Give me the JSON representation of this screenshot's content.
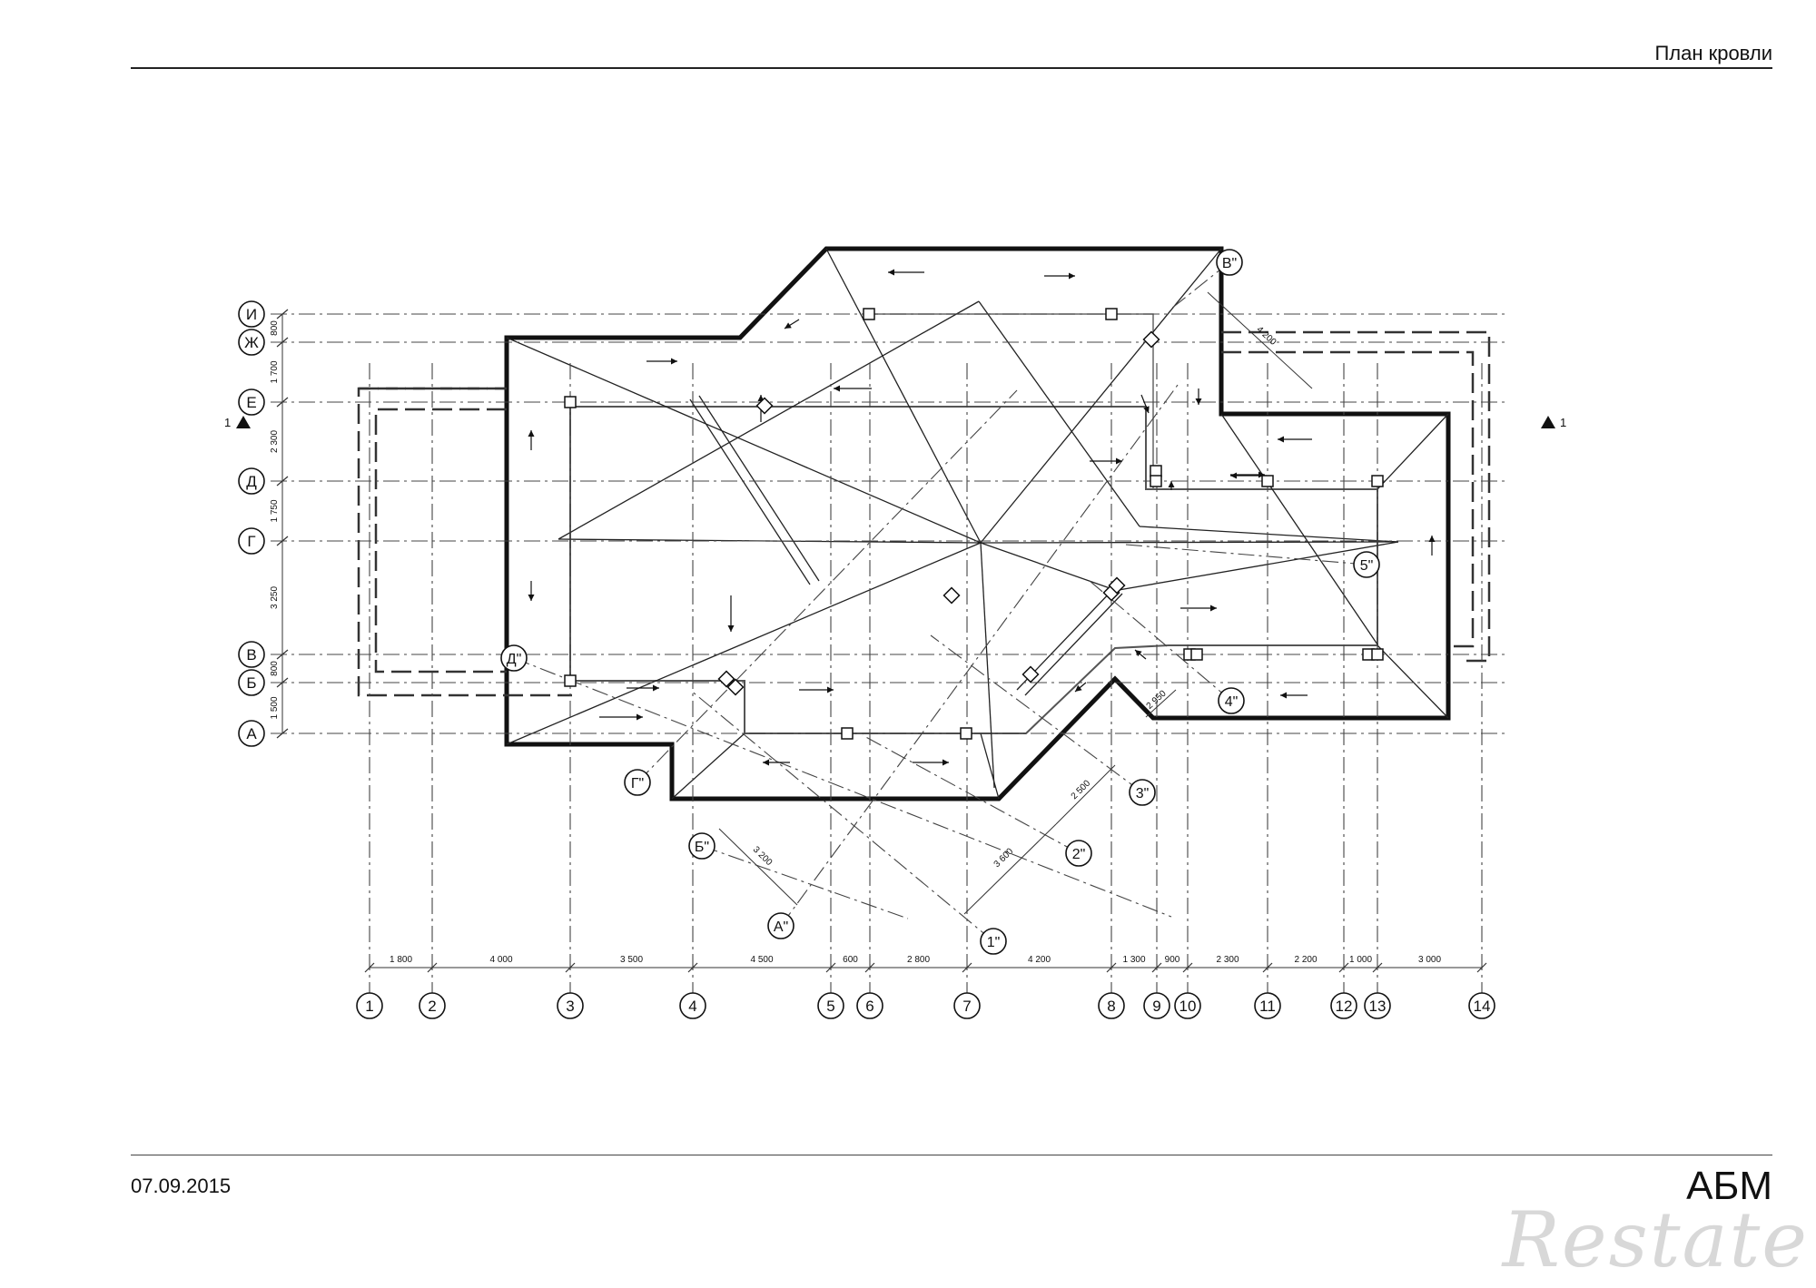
{
  "header": {
    "title": "План кровли"
  },
  "footer": {
    "date": "07.09.2015",
    "brand": "АБМ"
  },
  "watermark": "Restate",
  "axes": {
    "rows": [
      "И",
      "Ж",
      "Е",
      "Д",
      "Г",
      "В",
      "Б",
      "А"
    ],
    "row_spacings": [
      "800",
      "1 700",
      "2 300",
      "1 750",
      "3 250",
      "800",
      "1 500"
    ],
    "columns": [
      "1",
      "2",
      "3",
      "4",
      "5",
      "6",
      "7",
      "8",
      "9",
      "10",
      "11",
      "12",
      "13",
      "14"
    ],
    "column_spacings": [
      "1 800",
      "4 000",
      "3 500",
      "4 500",
      "600",
      "2 800",
      "4 200",
      "1 300",
      "900",
      "2 300",
      "2 200",
      "1 000",
      "3 000"
    ]
  },
  "diagonal_axes": [
    "А\"",
    "Б\"",
    "Г\"",
    "Д\"",
    "1\"",
    "2\"",
    "3\"",
    "4\"",
    "5\"",
    "В\""
  ],
  "diagonal_dims": [
    "3 200",
    "3 600",
    "2 500",
    "4 200",
    "2 950"
  ],
  "section_mark": "1"
}
